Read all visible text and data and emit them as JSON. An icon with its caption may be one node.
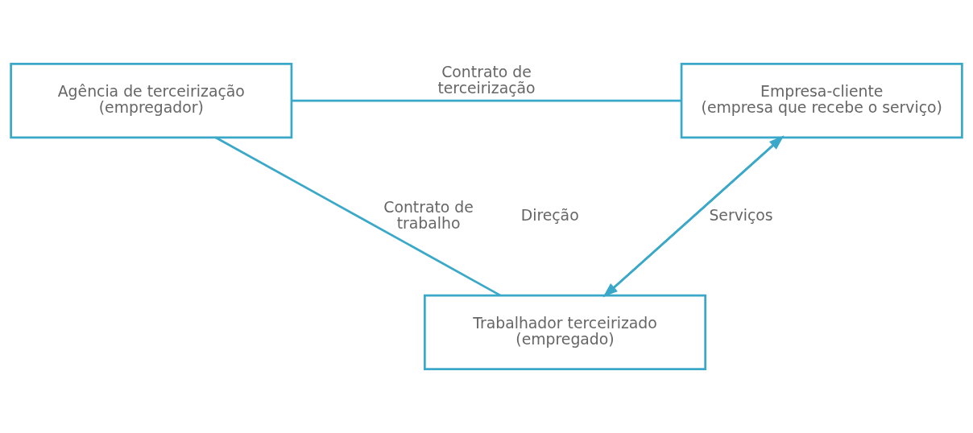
{
  "diagram": {
    "nodes": [
      {
        "text": [
          "Agência de terceirização",
          "(empregador)"
        ]
      },
      {
        "text": [
          "Empresa-cliente",
          "(empresa que recebe o serviço)"
        ]
      },
      {
        "text": [
          "Trabalhador terceirizado",
          "(empregado)"
        ]
      }
    ],
    "edges": [
      {
        "from": 0,
        "to": 1,
        "arrow": "none",
        "label": "Contrato de terceirização"
      },
      {
        "from": 0,
        "to": 2,
        "arrow": "none",
        "label": "Contrato de trabalho"
      },
      {
        "from": 1,
        "to": 2,
        "arrow": "to",
        "label": "Direção"
      },
      {
        "from": 2,
        "to": 1,
        "arrow": "to",
        "label": "Serviços"
      }
    ]
  }
}
